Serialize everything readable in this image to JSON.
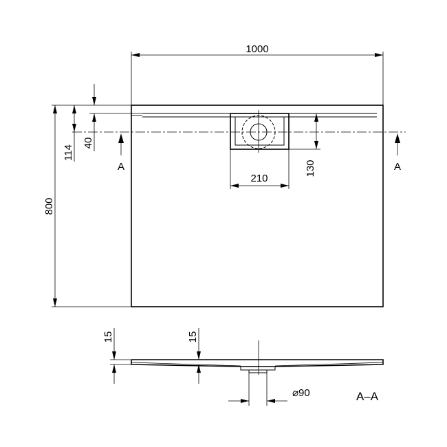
{
  "plan_view": {
    "width_dim": "1000",
    "height_dim": "800",
    "offset_114": "114",
    "offset_40": "40",
    "drain_width_dim": "210",
    "drain_depth_dim": "130",
    "section_marker_left": "A",
    "section_marker_right": "A"
  },
  "section_view": {
    "thickness_left": "15",
    "thickness_center": "15",
    "drain_diameter": "⌀90",
    "section_label": "A–A"
  }
}
